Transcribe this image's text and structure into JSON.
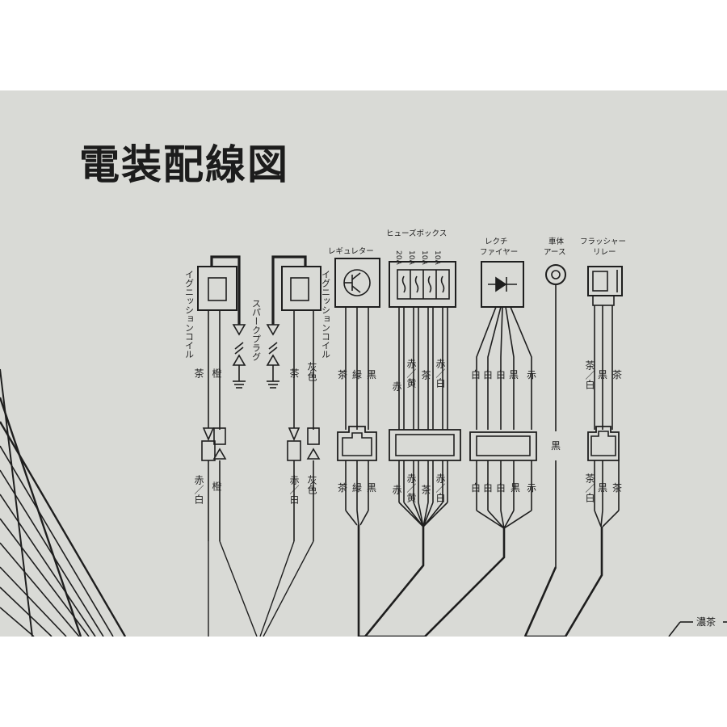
{
  "title": "電装配線図",
  "components": {
    "ignition_coil_left": "イグニッションコイル",
    "ignition_coil_right": "イグニッションコイル",
    "spark_plug": "スパークプラグ",
    "regulator": "レギュレター",
    "fuse_box": "ヒューズボックス",
    "fuse_ratings": [
      "20A",
      "10A",
      "10A",
      "10A"
    ],
    "rectifier_line1": "レクチ",
    "rectifier_line2": "ファイヤー",
    "body_ground_line1": "車体",
    "body_ground_line2": "アース",
    "flasher_relay_line1": "フラッシャー",
    "flasher_relay_line2": "リレー"
  },
  "wires": {
    "ign_left_upper": [
      "茶",
      "橙"
    ],
    "ign_left_lower": [
      "赤／白",
      "橙"
    ],
    "ign_right_upper": [
      "茶",
      "灰色"
    ],
    "ign_right_lower": [
      "赤／白",
      "灰色"
    ],
    "regulator_upper": [
      "茶",
      "緑",
      "黒"
    ],
    "regulator_lower": [
      "茶",
      "緑",
      "黒"
    ],
    "fuse_upper": [
      "赤",
      "赤／黄",
      "茶",
      "赤／白"
    ],
    "fuse_lower": [
      "赤",
      "赤／黄",
      "茶",
      "赤／白"
    ],
    "rectifier_upper": [
      "白",
      "白",
      "白",
      "黒",
      "赤"
    ],
    "rectifier_lower": [
      "白",
      "白",
      "白",
      "黒",
      "赤"
    ],
    "ground": "黒",
    "flasher_upper": [
      "茶／白",
      "黒",
      "茶"
    ],
    "flasher_lower": [
      "茶／白",
      "黒",
      "茶"
    ],
    "edge_label": "濃茶"
  },
  "colors": {
    "background": "#d9dad6",
    "ink": "#1e1e1e"
  }
}
